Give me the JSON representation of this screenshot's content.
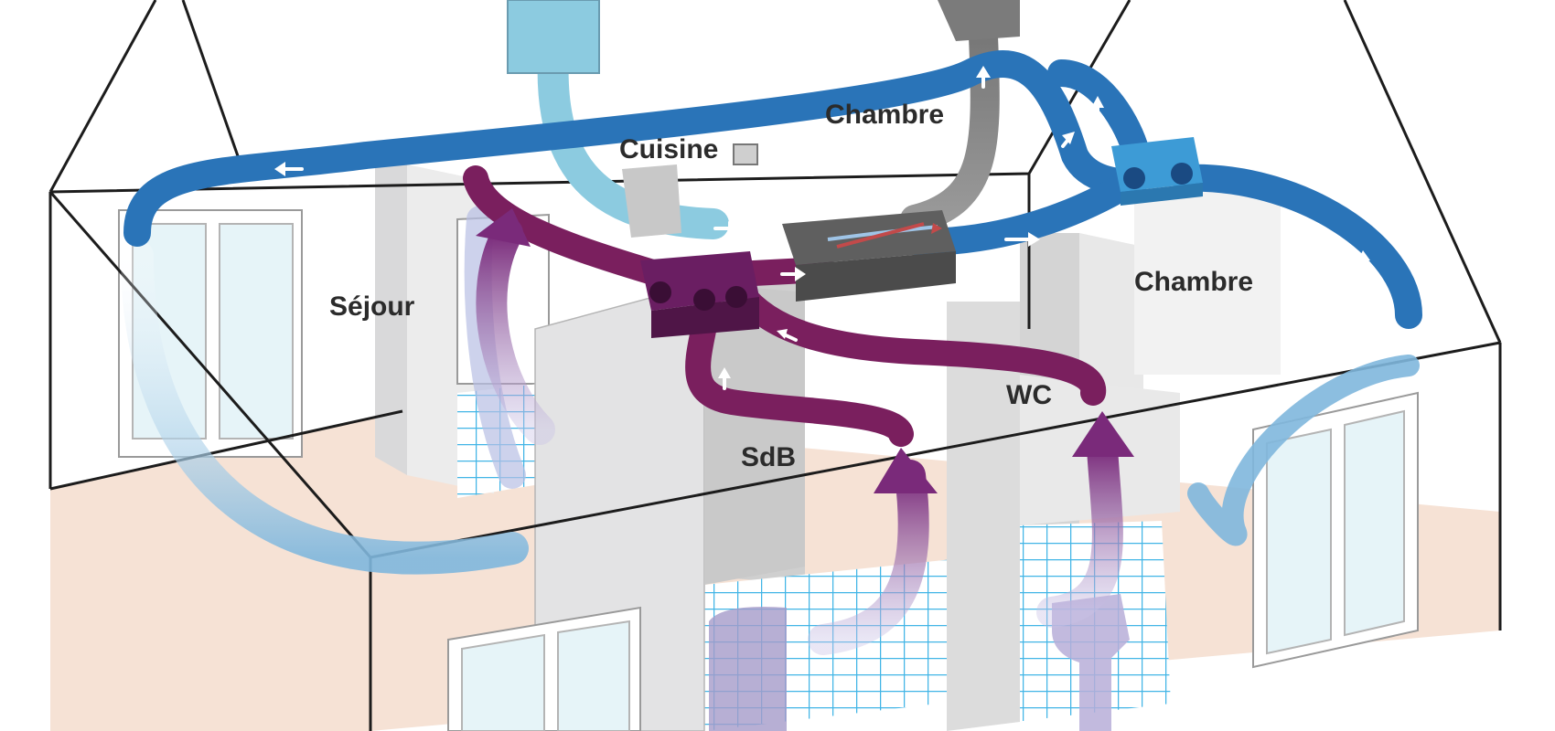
{
  "rooms": {
    "sejour": "Séjour",
    "cuisine": "Cuisine",
    "chambre_back": "Chambre",
    "chambre_right": "Chambre",
    "sdb": "SdB",
    "wc": "WC"
  },
  "colors": {
    "fresh_air_duct": "#2a74b8",
    "fresh_air_light": "#8ccbe0",
    "exhaust_duct": "#7a1f5e",
    "exhaust_box": "#6a1e62",
    "outlet_duct": "#8b8b8b",
    "exchanger": "#5f5f5f",
    "splitter_box": "#3d9bd6",
    "floor": "#f6e2d5",
    "wall": "#e3e3e4",
    "tile": "#41b5e6",
    "outline": "#1c1c1c"
  }
}
